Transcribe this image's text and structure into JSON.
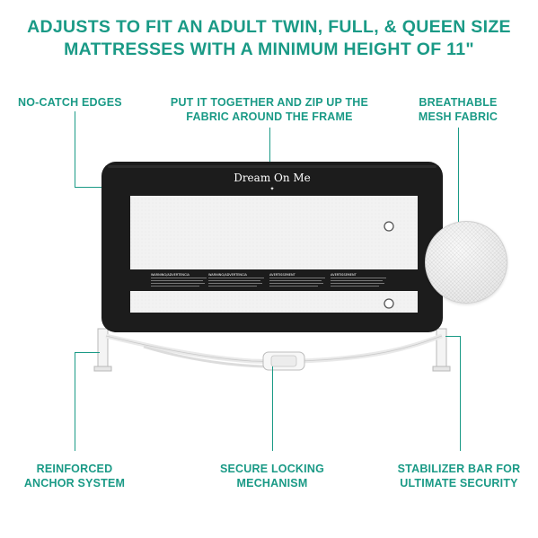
{
  "headline": {
    "line1": "ADJUSTS TO FIT AN ADULT TWIN, FULL, & QUEEN SIZE",
    "line2": "MATTRESSES WITH A MINIMUM HEIGHT OF 11\""
  },
  "callouts": {
    "no_catch_edges": "NO-CATCH EDGES",
    "assembly": {
      "line1": "PUT IT TOGETHER AND ZIP UP THE",
      "line2": "FABRIC AROUND THE FRAME"
    },
    "mesh": {
      "line1": "BREATHABLE",
      "line2": "MESH FABRIC"
    },
    "anchor": {
      "line1": "REINFORCED",
      "line2": "ANCHOR SYSTEM"
    },
    "locking": {
      "line1": "SECURE LOCKING",
      "line2": "MECHANISM"
    },
    "stabilizer": {
      "line1": "STABILIZER BAR FOR",
      "line2": "ULTIMATE SECURITY"
    }
  },
  "product": {
    "brand": "Dream On Me",
    "warnings": [
      "WARNING/ADVERTENCIA",
      "WARNING/ADVERTENCIA",
      "AVERTISSEMENT",
      "AVERTISSEMENT"
    ]
  },
  "colors": {
    "accent": "#1a9a86",
    "frame": "#1c1c1c",
    "mesh": "#f2f2f2"
  }
}
